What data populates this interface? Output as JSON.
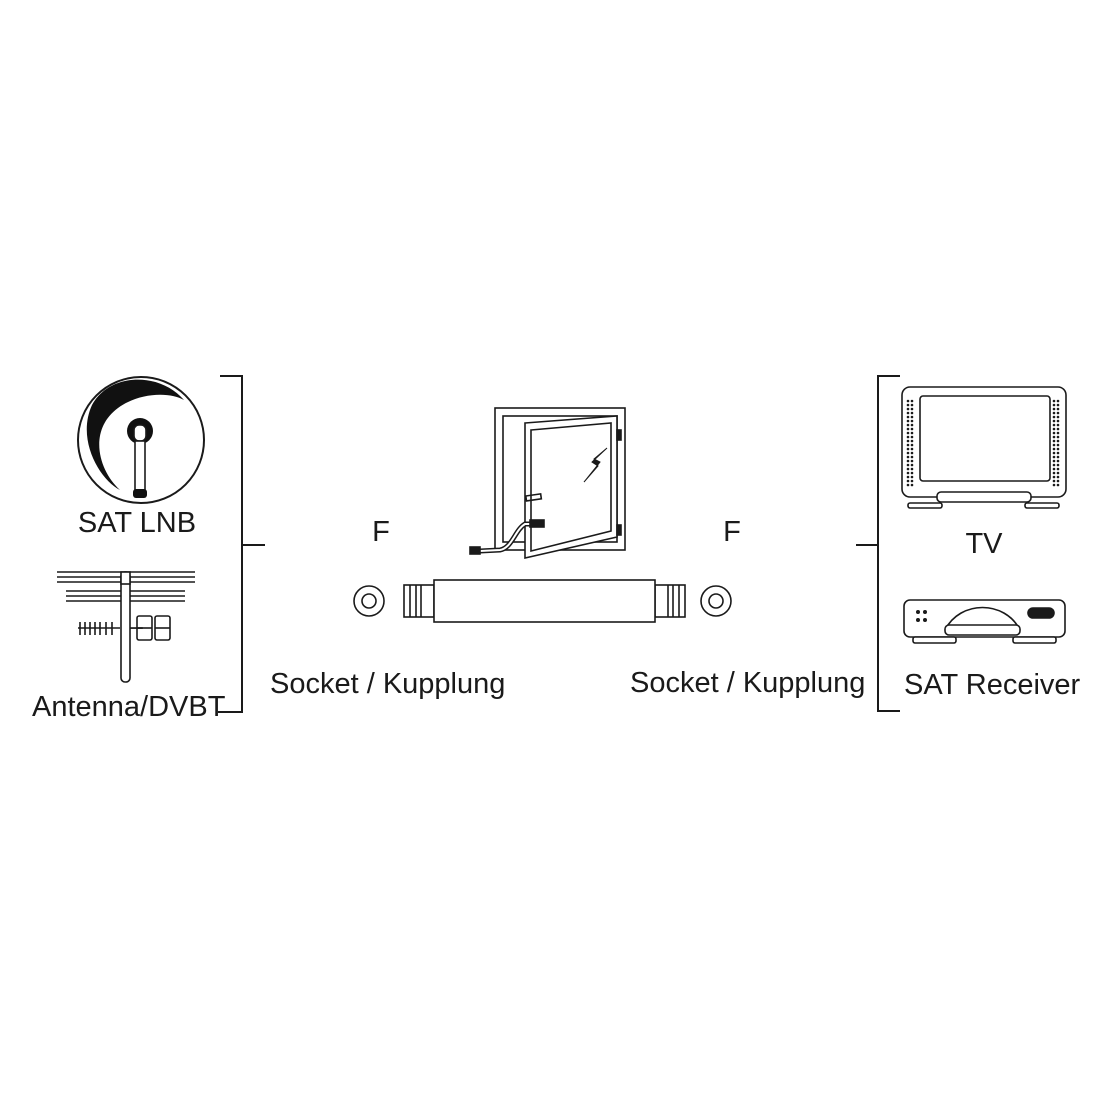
{
  "labels": {
    "sat_lnb": "SAT LNB",
    "antenna": "Antenna/DVBT",
    "f_left": "F",
    "f_right": "F",
    "socket_left": "Socket / Kupplung",
    "socket_right": "Socket / Kupplung",
    "tv": "TV",
    "sat_receiver": "SAT Receiver"
  },
  "colors": {
    "line": "#1a1a1a",
    "background": "#ffffff"
  }
}
